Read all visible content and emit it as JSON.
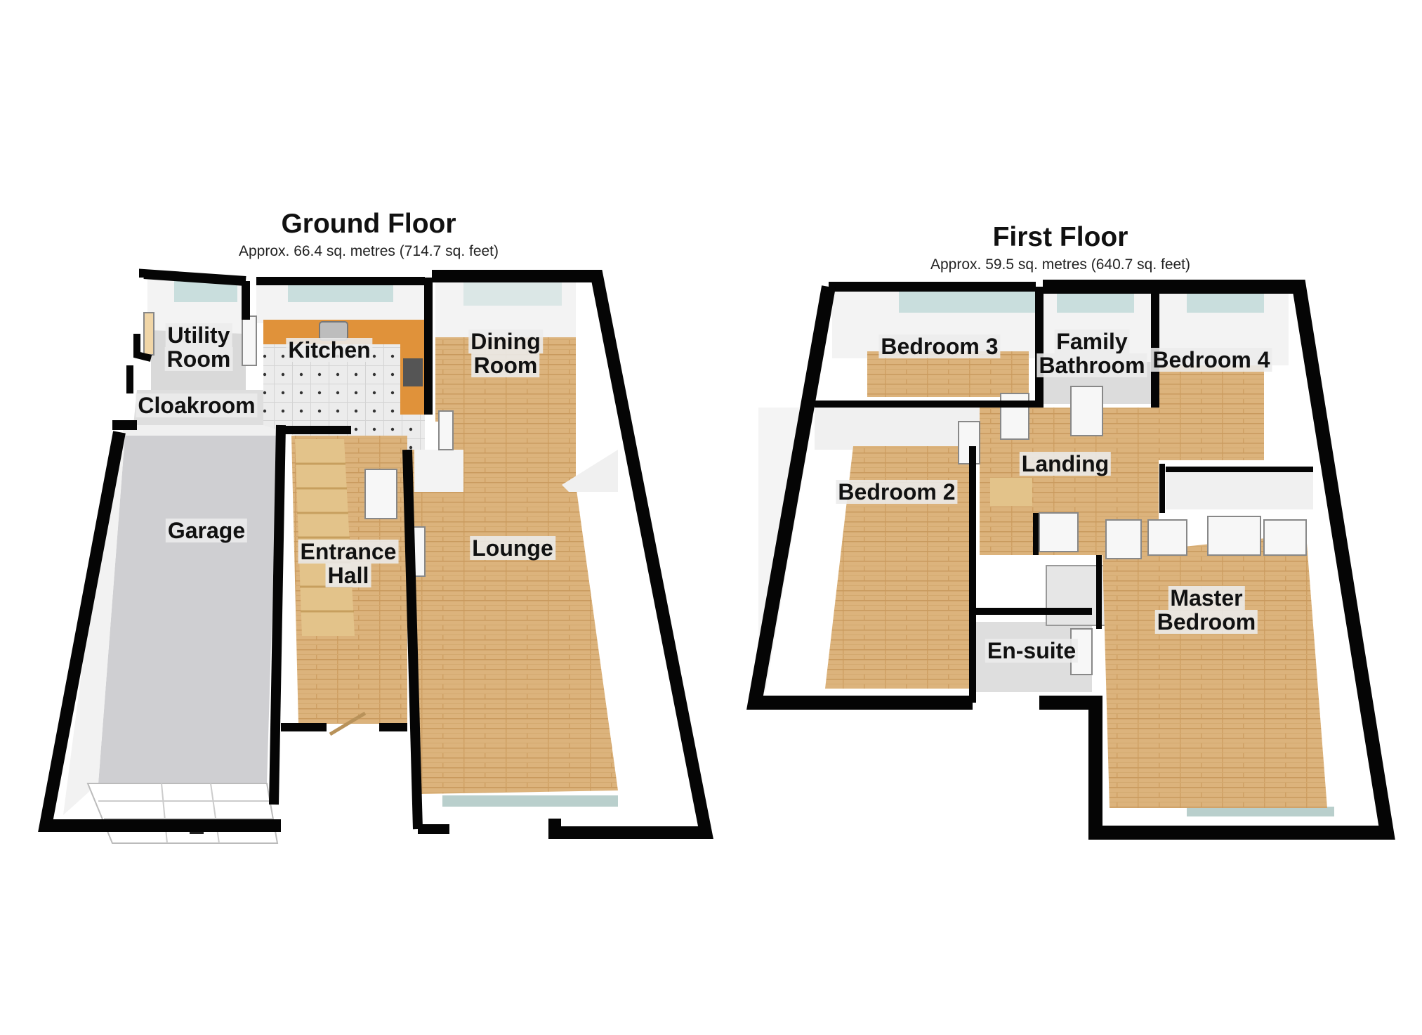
{
  "floors": [
    {
      "id": "ground",
      "title": "Ground Floor",
      "area": "Approx.  66.4 sq. metres (714.7 sq. feet)",
      "rooms": [
        {
          "id": "utility-room",
          "line1": "Utility",
          "line2": "Room"
        },
        {
          "id": "kitchen",
          "line1": "Kitchen",
          "line2": ""
        },
        {
          "id": "dining-room",
          "line1": "Dining",
          "line2": "Room"
        },
        {
          "id": "cloakroom",
          "line1": "Cloakroom",
          "line2": ""
        },
        {
          "id": "garage",
          "line1": "Garage",
          "line2": ""
        },
        {
          "id": "entrance-hall",
          "line1": "Entrance",
          "line2": "Hall"
        },
        {
          "id": "lounge",
          "line1": "Lounge",
          "line2": ""
        }
      ]
    },
    {
      "id": "first",
      "title": "First Floor",
      "area": "Approx.  59.5 sq. metres (640.7 sq. feet)",
      "rooms": [
        {
          "id": "bedroom-3",
          "line1": "Bedroom 3",
          "line2": ""
        },
        {
          "id": "family-bathroom",
          "line1": "Family",
          "line2": "Bathroom"
        },
        {
          "id": "bedroom-4",
          "line1": "Bedroom 4",
          "line2": ""
        },
        {
          "id": "bedroom-2",
          "line1": "Bedroom 2",
          "line2": ""
        },
        {
          "id": "landing",
          "line1": "Landing",
          "line2": ""
        },
        {
          "id": "master-bedroom",
          "line1": "Master",
          "line2": "Bedroom"
        },
        {
          "id": "en-suite",
          "line1": "En-suite",
          "line2": ""
        }
      ]
    }
  ],
  "colors": {
    "wall": "#050505",
    "wall_face": "#f4f4f4",
    "wood_floor": "#dcb37c",
    "wood_grain": "#c99a5e",
    "tile_floor": "#ececec",
    "garage_floor": "#cfcfd2",
    "worktop": "#e0923a",
    "stair": "#e3c38a",
    "window": "#c9dedd"
  }
}
